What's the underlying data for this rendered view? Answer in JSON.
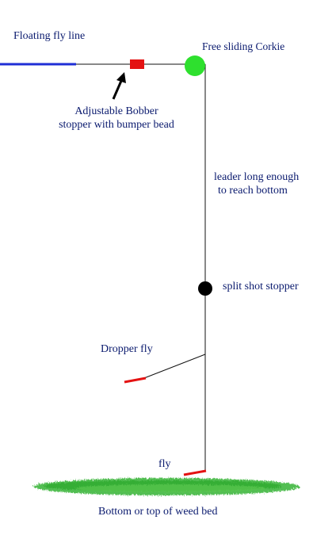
{
  "labels": {
    "fly_line": "Floating fly line",
    "corkie": "Free sliding Corkie",
    "stopper_line1": "Adjustable Bobber",
    "stopper_line2": "stopper with bumper bead",
    "leader_line1": "leader long enough",
    "leader_line2": "to reach bottom",
    "split_shot": "split shot stopper",
    "dropper": "Dropper fly",
    "fly": "fly",
    "bottom": "Bottom or top of weed bed"
  },
  "colors": {
    "text": "#0a1a6e",
    "fly_line": "#1f2fd6",
    "leader": "#111111",
    "corkie": "#2ee02e",
    "bobber_stopper": "#e41212",
    "split_shot": "#000000",
    "fly": "#e41212",
    "weed_bed": "#36b336",
    "arrow": "#000000"
  },
  "icons": {
    "corkie": "green-circle",
    "bobber_stopper": "red-rectangle",
    "split_shot": "black-circle",
    "arrow": "pointer-arrow",
    "weed_bed": "grass-texture"
  }
}
